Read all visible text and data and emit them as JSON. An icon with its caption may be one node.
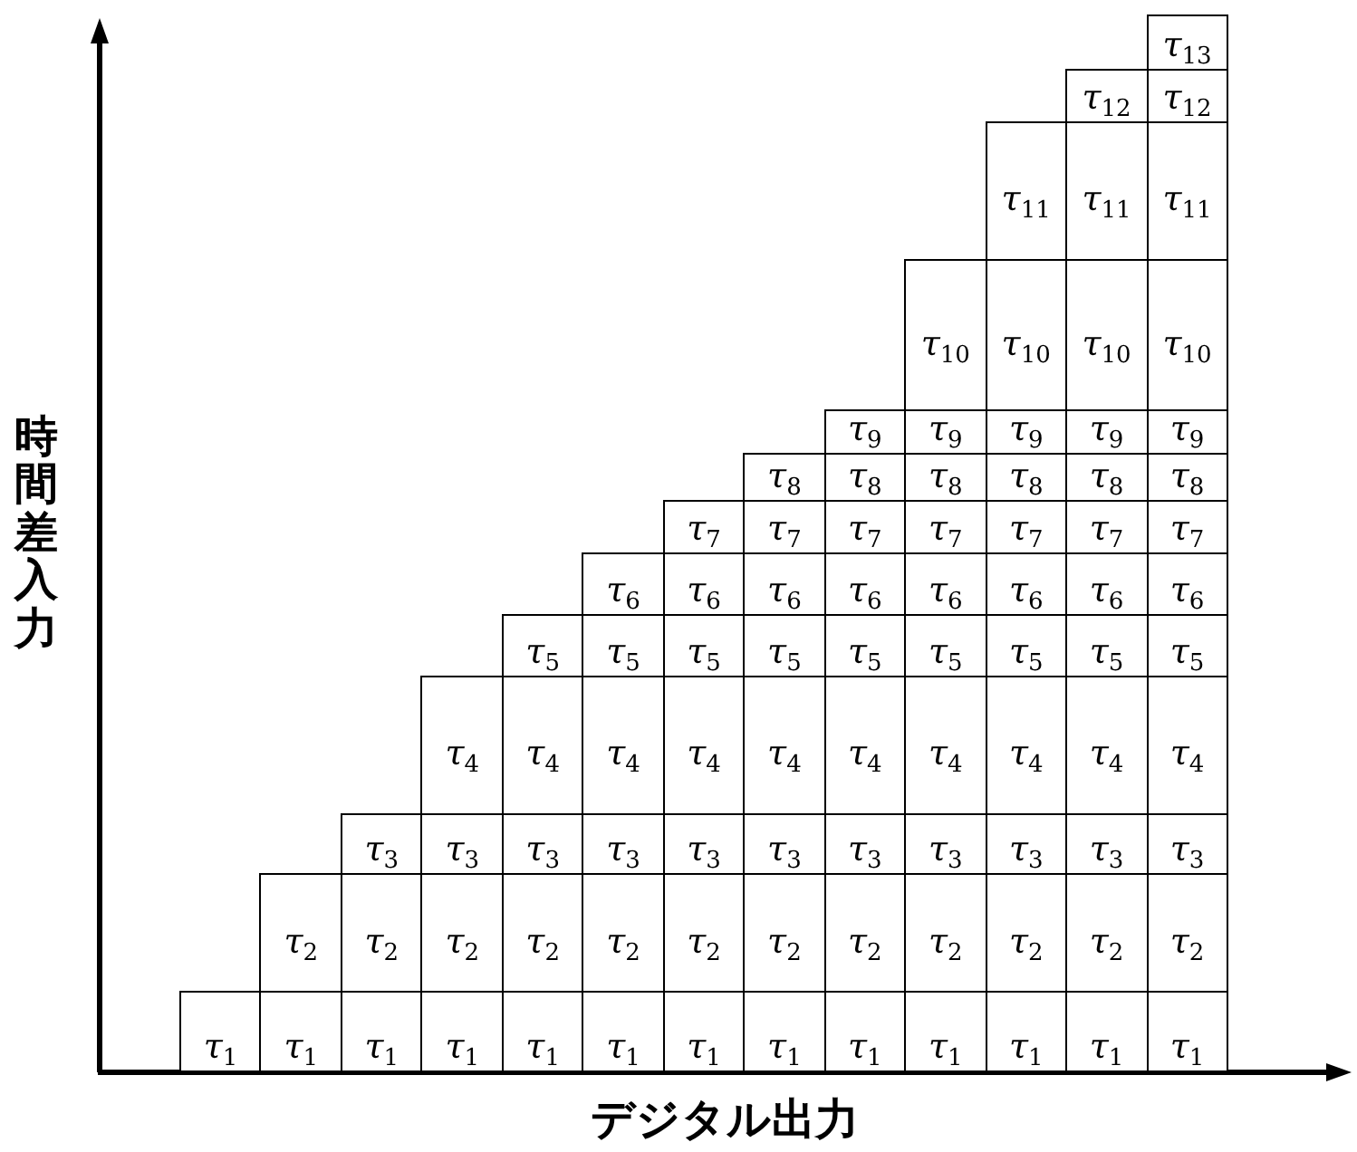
{
  "diagram": {
    "nodes": [
      {
        "text": [
          "τ$_{13}$"
        ]
      },
      {
        "text": [
          "τ$_{12}$"
        ]
      },
      {
        "text": [
          "τ$_{12}$"
        ]
      },
      {
        "text": [
          "τ$_{11}$"
        ]
      },
      {
        "text": [
          "τ$_{11}$"
        ]
      },
      {
        "text": [
          "τ$_{11}$"
        ]
      },
      {
        "text": [
          "τ$_{10}$"
        ]
      },
      {
        "text": [
          "τ$_{10}$"
        ]
      },
      {
        "text": [
          "τ$_{10}$"
        ]
      },
      {
        "text": [
          "τ$_{10}$"
        ]
      },
      {
        "text": [
          "τ$_{9}$"
        ]
      },
      {
        "text": [
          "τ$_{9}$"
        ]
      },
      {
        "text": [
          "τ$_{9}$"
        ]
      },
      {
        "text": [
          "τ$_{9}$"
        ]
      },
      {
        "text": [
          "τ$_{9}$"
        ]
      },
      {
        "text": [
          "τ$_{8}$"
        ]
      },
      {
        "text": [
          "τ$_{8}$"
        ]
      },
      {
        "text": [
          "τ$_{8}$"
        ]
      },
      {
        "text": [
          "τ$_{8}$"
        ]
      },
      {
        "text": [
          "τ$_{8}$"
        ]
      },
      {
        "text": [
          "τ$_{8}$"
        ]
      },
      {
        "text": [
          "τ$_{7}$"
        ]
      },
      {
        "text": [
          "τ$_{7}$"
        ]
      },
      {
        "text": [
          "τ$_{7}$"
        ]
      },
      {
        "text": [
          "τ$_{7}$"
        ]
      },
      {
        "text": [
          "τ$_{7}$"
        ]
      },
      {
        "text": [
          "τ$_{7}$"
        ]
      },
      {
        "text": [
          "τ$_{7}$"
        ]
      },
      {
        "text": [
          "τ$_{6}$"
        ]
      },
      {
        "text": [
          "τ$_{6}$"
        ]
      },
      {
        "text": [
          "τ$_{6}$"
        ]
      },
      {
        "text": [
          "τ$_{6}$"
        ]
      },
      {
        "text": [
          "τ$_{6}$"
        ]
      },
      {
        "text": [
          "τ$_{6}$"
        ]
      },
      {
        "text": [
          "τ$_{6}$"
        ]
      },
      {
        "text": [
          "τ$_{6}$"
        ]
      },
      {
        "text": [
          "τ$_{5}$"
        ]
      },
      {
        "text": [
          "τ$_{5}$"
        ]
      },
      {
        "text": [
          "τ$_{5}$"
        ]
      },
      {
        "text": [
          "τ$_{5}$"
        ]
      },
      {
        "text": [
          "τ$_{5}$"
        ]
      },
      {
        "text": [
          "τ$_{5}$"
        ]
      },
      {
        "text": [
          "τ$_{5}$"
        ]
      },
      {
        "text": [
          "τ$_{5}$"
        ]
      },
      {
        "text": [
          "τ$_{5}$"
        ]
      },
      {
        "text": [
          "τ$_{4}$"
        ]
      },
      {
        "text": [
          "τ$_{4}$"
        ]
      },
      {
        "text": [
          "τ$_{4}$"
        ]
      },
      {
        "text": [
          "τ$_{4}$"
        ]
      },
      {
        "text": [
          "τ$_{4}$"
        ]
      },
      {
        "text": [
          "τ$_{4}$"
        ]
      },
      {
        "text": [
          "τ$_{4}$"
        ]
      },
      {
        "text": [
          "τ$_{4}$"
        ]
      },
      {
        "text": [
          "τ$_{4}$"
        ]
      },
      {
        "text": [
          "τ$_{4}$"
        ]
      },
      {
        "text": [
          "τ$_{3}$"
        ]
      },
      {
        "text": [
          "τ$_{3}$"
        ]
      },
      {
        "text": [
          "τ$_{3}$"
        ]
      },
      {
        "text": [
          "τ$_{3}$"
        ]
      },
      {
        "text": [
          "τ$_{3}$"
        ]
      },
      {
        "text": [
          "τ$_{3}$"
        ]
      },
      {
        "text": [
          "τ$_{3}$"
        ]
      },
      {
        "text": [
          "τ$_{3}$"
        ]
      },
      {
        "text": [
          "τ$_{3}$"
        ]
      },
      {
        "text": [
          "τ$_{3}$"
        ]
      },
      {
        "text": [
          "τ$_{3}$"
        ]
      },
      {
        "text": [
          "τ$_{2}$"
        ]
      },
      {
        "text": [
          "τ$_{2}$"
        ]
      },
      {
        "text": [
          "τ$_{2}$"
        ]
      },
      {
        "text": [
          "τ$_{2}$"
        ]
      },
      {
        "text": [
          "τ$_{2}$"
        ]
      },
      {
        "text": [
          "τ$_{2}$"
        ]
      },
      {
        "text": [
          "τ$_{2}$"
        ]
      },
      {
        "text": [
          "τ$_{2}$"
        ]
      },
      {
        "text": [
          "τ$_{2}$"
        ]
      },
      {
        "text": [
          "τ$_{2}$"
        ]
      },
      {
        "text": [
          "τ$_{2}$"
        ]
      },
      {
        "text": [
          "τ$_{2}$"
        ]
      },
      {
        "text": [
          "τ$_{1}$"
        ]
      },
      {
        "text": [
          "τ$_{1}$"
        ]
      },
      {
        "text": [
          "τ$_{1}$"
        ]
      },
      {
        "text": [
          "τ$_{1}$"
        ]
      },
      {
        "text": [
          "τ$_{1}$"
        ]
      },
      {
        "text": [
          "τ$_{1}$"
        ]
      },
      {
        "text": [
          "τ$_{1}$"
        ]
      },
      {
        "text": [
          "τ$_{1}$"
        ]
      },
      {
        "text": [
          "τ$_{1}$"
        ]
      },
      {
        "text": [
          "τ$_{1}$"
        ]
      },
      {
        "text": [
          "τ$_{1}$"
        ]
      },
      {
        "text": [
          "τ$_{1}$"
        ]
      },
      {
        "text": [
          "τ$_{1}$"
        ]
      }
    ],
    "labels": [
      "時間差入力",
      "デジタル出力"
    ]
  }
}
